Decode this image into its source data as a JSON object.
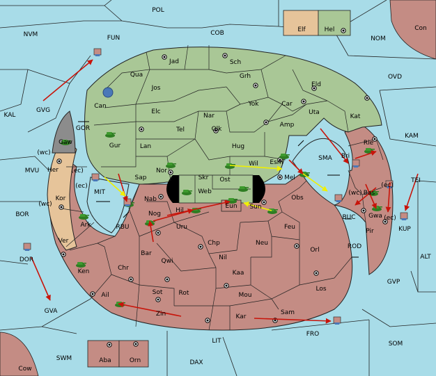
{
  "sea_regions": [
    {
      "abbr": "POL",
      "label": "POL"
    },
    {
      "abbr": "COB",
      "label": "COB"
    },
    {
      "abbr": "NVM",
      "label": "NVM"
    },
    {
      "abbr": "FUN",
      "label": "FUN"
    },
    {
      "abbr": "NOM",
      "label": "NOM"
    },
    {
      "abbr": "OVD",
      "label": "OVD"
    },
    {
      "abbr": "KAL",
      "label": "KAL"
    },
    {
      "abbr": "GVG",
      "label": "GVG"
    },
    {
      "abbr": "GOR",
      "label": "GOR"
    },
    {
      "abbr": "KAM",
      "label": "KAM"
    },
    {
      "abbr": "SMA",
      "label": "SMA"
    },
    {
      "abbr": "MVU",
      "label": "MVU"
    },
    {
      "abbr": "MIT",
      "label": "MIT"
    },
    {
      "abbr": "TEI",
      "label": "TEI"
    },
    {
      "abbr": "BOR",
      "label": "BOR"
    },
    {
      "abbr": "RBU",
      "label": "RBU"
    },
    {
      "abbr": "BUC",
      "label": "BUC"
    },
    {
      "abbr": "KUP",
      "label": "KUP"
    },
    {
      "abbr": "ALT",
      "label": "ALT"
    },
    {
      "abbr": "ROD",
      "label": "ROD"
    },
    {
      "abbr": "DOR",
      "label": "DOR"
    },
    {
      "abbr": "GVP",
      "label": "GVP"
    },
    {
      "abbr": "GVA",
      "label": "GVA"
    },
    {
      "abbr": "FRO",
      "label": "FRO"
    },
    {
      "abbr": "SOM",
      "label": "SOM"
    },
    {
      "abbr": "LIT",
      "label": "LIT"
    },
    {
      "abbr": "SWM",
      "label": "SWM"
    },
    {
      "abbr": "DAX",
      "label": "DAX"
    }
  ],
  "land_regions": [
    {
      "abbr": "Jad",
      "label": "Jad",
      "owner": "green"
    },
    {
      "abbr": "Sch",
      "label": "Sch",
      "owner": "green"
    },
    {
      "abbr": "Qua",
      "label": "Qua",
      "owner": "green"
    },
    {
      "abbr": "Grh",
      "label": "Grh",
      "owner": "green"
    },
    {
      "abbr": "Jos",
      "label": "Jos",
      "owner": "green"
    },
    {
      "abbr": "Eld",
      "label": "Eld",
      "owner": "green"
    },
    {
      "abbr": "Can",
      "label": "Can",
      "owner": "green"
    },
    {
      "abbr": "Yok",
      "label": "Yok",
      "owner": "green"
    },
    {
      "abbr": "Car",
      "label": "Car",
      "owner": "green"
    },
    {
      "abbr": "Elc",
      "label": "Elc",
      "owner": "green"
    },
    {
      "abbr": "Nar",
      "label": "Nar",
      "owner": "green"
    },
    {
      "abbr": "Uta",
      "label": "Uta",
      "owner": "green"
    },
    {
      "abbr": "Kat",
      "label": "Kat",
      "owner": "green"
    },
    {
      "abbr": "Tel",
      "label": "Tel",
      "owner": "green"
    },
    {
      "abbr": "Olk",
      "label": "Olk",
      "owner": "green"
    },
    {
      "abbr": "Amp",
      "label": "Amp",
      "owner": "green"
    },
    {
      "abbr": "Gur",
      "label": "Gur",
      "owner": "green"
    },
    {
      "abbr": "Lan",
      "label": "Lan",
      "owner": "green"
    },
    {
      "abbr": "Hug",
      "label": "Hug",
      "owner": "green"
    },
    {
      "abbr": "Nor",
      "label": "Nor",
      "owner": "green"
    },
    {
      "abbr": "Sap",
      "label": "Sap",
      "owner": "green"
    },
    {
      "abbr": "Skr",
      "label": "Skr",
      "owner": "green"
    },
    {
      "abbr": "Web",
      "label": "Web",
      "owner": "green"
    },
    {
      "abbr": "Ost",
      "label": "Ost",
      "owner": "green"
    },
    {
      "abbr": "Wil",
      "label": "Wil",
      "owner": "green"
    },
    {
      "abbr": "Esm",
      "label": "Esm",
      "owner": "green"
    },
    {
      "abbr": "Gaw",
      "label": "Gaw",
      "owner": "gray"
    },
    {
      "abbr": "Her",
      "label": "Her",
      "owner": "tan"
    },
    {
      "abbr": "Kor",
      "label": "Kor",
      "owner": "tan"
    },
    {
      "abbr": "Ver",
      "label": "Ver",
      "owner": "tan"
    },
    {
      "abbr": "Ark",
      "label": "Ark",
      "owner": "red"
    },
    {
      "abbr": "Ken",
      "label": "Ken",
      "owner": "red"
    },
    {
      "abbr": "Chr",
      "label": "Chr",
      "owner": "red"
    },
    {
      "abbr": "Ail",
      "label": "Ail",
      "owner": "red"
    },
    {
      "abbr": "Zin",
      "label": "Zin",
      "owner": "red"
    },
    {
      "abbr": "Nab",
      "label": "Nab",
      "owner": "red"
    },
    {
      "abbr": "Nog",
      "label": "Nog",
      "owner": "red"
    },
    {
      "abbr": "Hil",
      "label": "Hil",
      "owner": "red"
    },
    {
      "abbr": "Bar",
      "label": "Bar",
      "owner": "red"
    },
    {
      "abbr": "Qwi",
      "label": "Qwi",
      "owner": "red"
    },
    {
      "abbr": "Uru",
      "label": "Uru",
      "owner": "red"
    },
    {
      "abbr": "Chp",
      "label": "Chp",
      "owner": "red"
    },
    {
      "abbr": "Nil",
      "label": "Nil",
      "owner": "red"
    },
    {
      "abbr": "Neu",
      "label": "Neu",
      "owner": "red"
    },
    {
      "abbr": "Feu",
      "label": "Feu",
      "owner": "red"
    },
    {
      "abbr": "Orl",
      "label": "Orl",
      "owner": "red"
    },
    {
      "abbr": "Obs",
      "label": "Obs",
      "owner": "red"
    },
    {
      "abbr": "Mel",
      "label": "Mel",
      "owner": "red"
    },
    {
      "abbr": "Eun",
      "label": "Eun",
      "owner": "red"
    },
    {
      "abbr": "Sun",
      "label": "Sun",
      "owner": "red"
    },
    {
      "abbr": "Sot",
      "label": "Sot",
      "owner": "red"
    },
    {
      "abbr": "Rot",
      "label": "Rot",
      "owner": "red"
    },
    {
      "abbr": "Kaa",
      "label": "Kaa",
      "owner": "red"
    },
    {
      "abbr": "Mou",
      "label": "Mou",
      "owner": "red"
    },
    {
      "abbr": "Los",
      "label": "Los",
      "owner": "red"
    },
    {
      "abbr": "Kar",
      "label": "Kar",
      "owner": "red"
    },
    {
      "abbr": "Sam",
      "label": "Sam",
      "owner": "red"
    },
    {
      "abbr": "Bri",
      "label": "Bri",
      "owner": "red"
    },
    {
      "abbr": "Rie",
      "label": "Rie",
      "owner": "red"
    },
    {
      "abbr": "Bas",
      "label": "Bas",
      "owner": "red"
    },
    {
      "abbr": "Gwa",
      "label": "Gwa",
      "owner": "red"
    },
    {
      "abbr": "Pir",
      "label": "Pir",
      "owner": "red"
    },
    {
      "abbr": "Elf",
      "label": "Elf",
      "owner": "tan"
    },
    {
      "abbr": "Hel",
      "label": "Hel",
      "owner": "green"
    },
    {
      "abbr": "Con",
      "label": "Con",
      "owner": "red"
    },
    {
      "abbr": "Aba",
      "label": "Aba",
      "owner": "red"
    },
    {
      "abbr": "Orn",
      "label": "Orn",
      "owner": "red"
    },
    {
      "abbr": "Cow",
      "label": "Cow",
      "owner": "red"
    }
  ],
  "coast_labels": [
    "(wc)",
    "(ec)",
    "(ec)",
    "(wc)",
    "(wc)",
    "(ec)",
    "(ec)"
  ],
  "colors": {
    "sea": "#a8dce8",
    "green": "#a9c796",
    "red": "#c48c84",
    "tan": "#e6c49a",
    "gray": "#8c8c8c",
    "order_arrow": "#c8140a",
    "support_arrow": "#f0f000",
    "border": "#222222"
  }
}
